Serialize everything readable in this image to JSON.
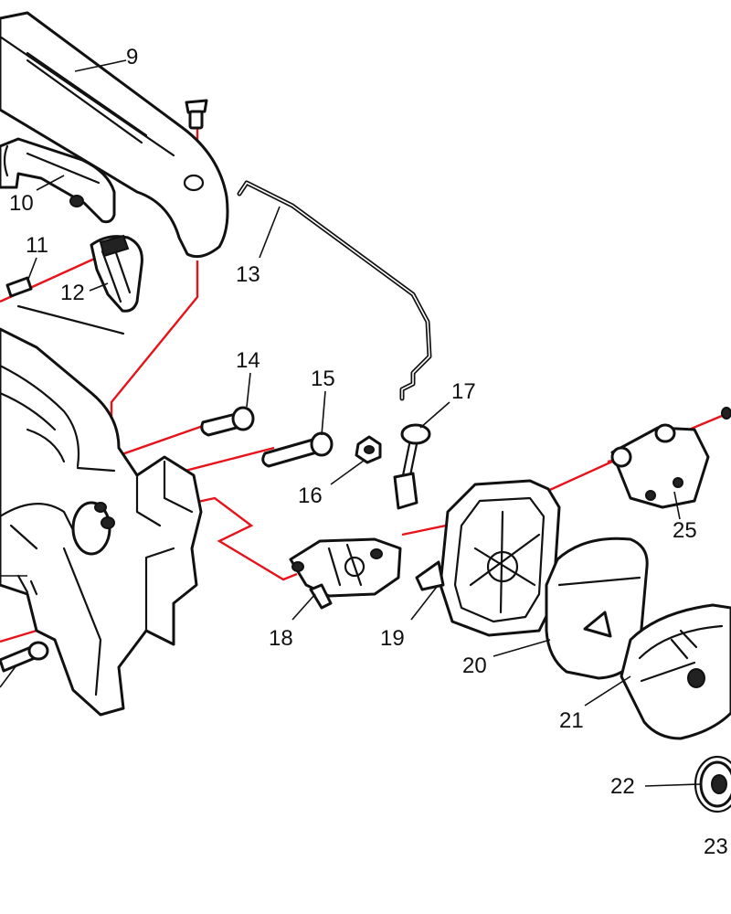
{
  "colors": {
    "lines": "#111111",
    "assembly_lines": "#e8121b",
    "background": "#ffffff"
  },
  "callouts": {
    "p9": "9",
    "p10": "10",
    "p11": "11",
    "p12": "12",
    "p13": "13",
    "p14": "14",
    "p15": "15",
    "p16": "16",
    "p17": "17",
    "p18": "18",
    "p19": "19",
    "p20": "20",
    "p21": "21",
    "p22": "22",
    "p23": "23",
    "p25": "25"
  }
}
